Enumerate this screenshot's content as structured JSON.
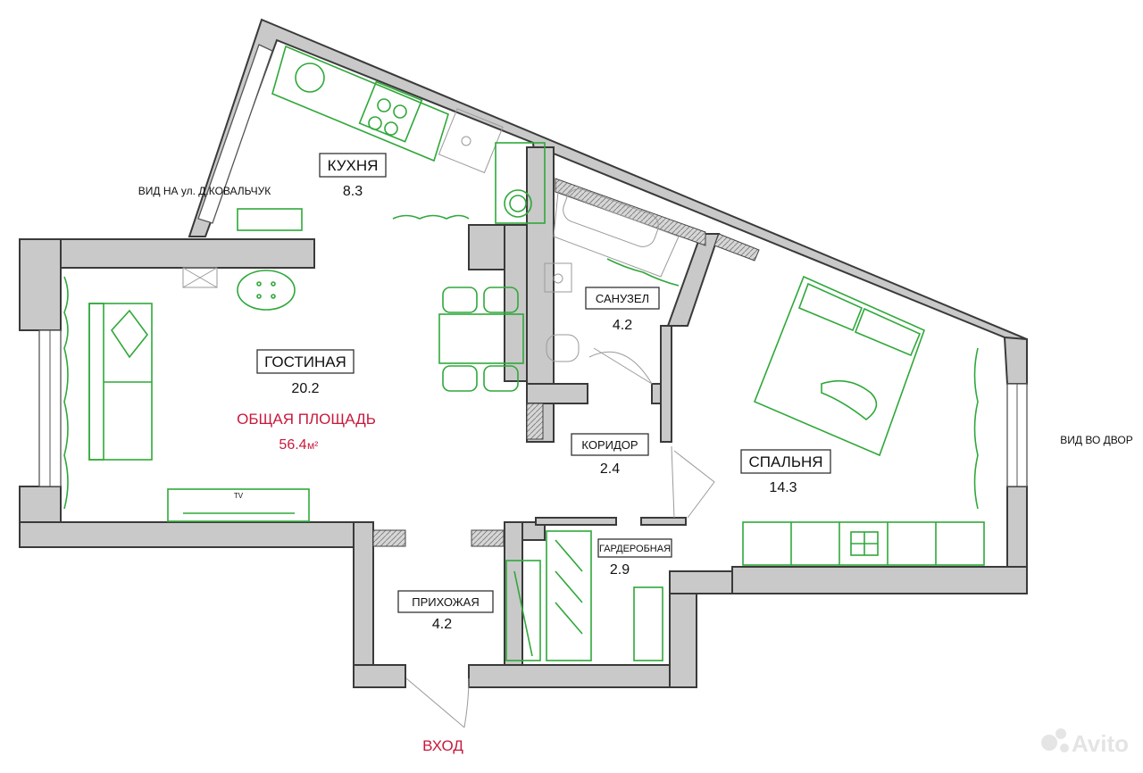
{
  "views": {
    "street_view": "ВИД НА ул. Д.КОВАЛЬЧУК",
    "yard_view": "ВИД ВО ДВОР"
  },
  "rooms": [
    {
      "id": "kitchen",
      "name": "КУХНЯ",
      "area": "8.3"
    },
    {
      "id": "living",
      "name": "ГОСТИНАЯ",
      "area": "20.2"
    },
    {
      "id": "bathroom",
      "name": "САНУЗЕЛ",
      "area": "4.2"
    },
    {
      "id": "corridor",
      "name": "КОРИДОР",
      "area": "2.4"
    },
    {
      "id": "bedroom",
      "name": "СПАЛЬНЯ",
      "area": "14.3"
    },
    {
      "id": "hall",
      "name": "ПРИХОЖАЯ",
      "area": "4.2"
    },
    {
      "id": "wardrobe",
      "name": "ГАРДЕРОБНАЯ",
      "area": "2.9"
    }
  ],
  "total": {
    "label": "ОБЩАЯ ПЛОЩАДЬ",
    "value": "56.4",
    "unit": "м²"
  },
  "entrance": "ВХОД",
  "tv_label": "TV",
  "watermark": "Avito",
  "colors": {
    "walls": "#c9c9c9",
    "furniture": "#2fa83a",
    "accent": "#c8193c"
  }
}
